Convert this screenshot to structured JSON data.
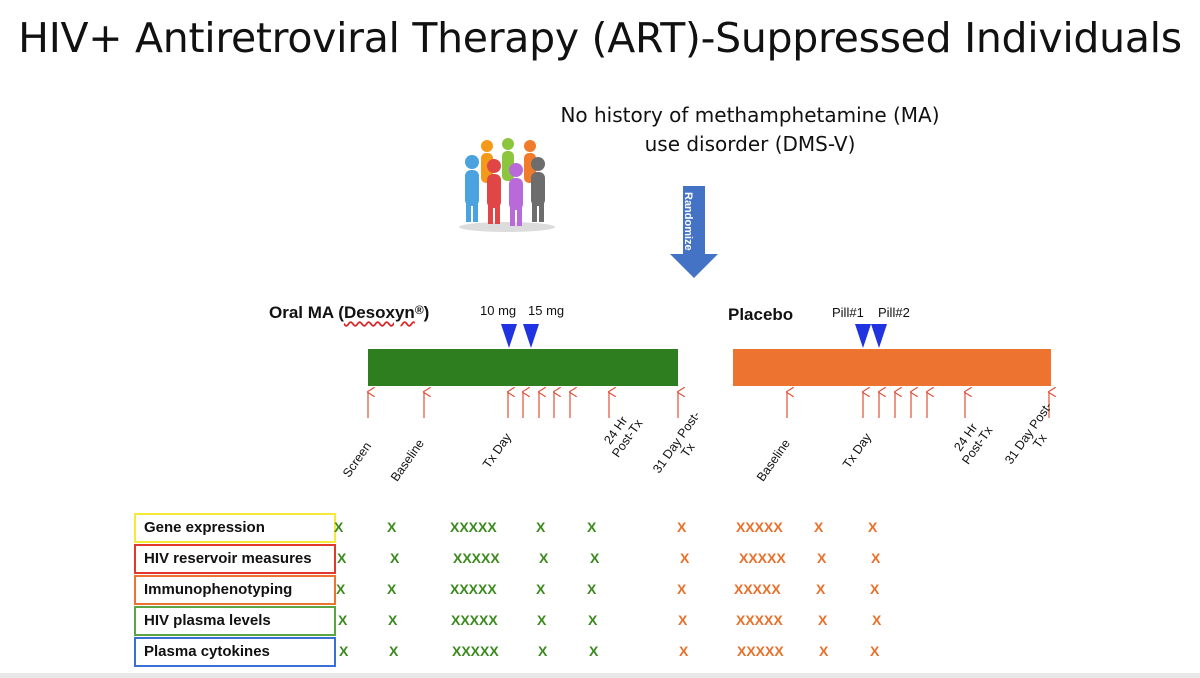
{
  "title": "HIV+ Antiretroviral Therapy (ART)-Suppressed Individuals",
  "subtitle_line1": "No history of methamphetamine (MA)",
  "subtitle_line2": "use disorder (DMS-V)",
  "randomize_label": "Randomize",
  "arm_ma": {
    "label_prefix": "Oral MA (",
    "label_drug": "Desoxyn",
    "label_sup": "®",
    "label_suffix": ")",
    "dose1": "10 mg",
    "dose2": "15 mg",
    "color": "#2e7d1e",
    "timepoints": [
      "Screen",
      "Baseline",
      "Tx Day",
      "24 Hr Post-Tx",
      "31 Day Post-Tx"
    ]
  },
  "arm_placebo": {
    "label": "Placebo",
    "pill1": "Pill#1",
    "pill2": "Pill#2",
    "color": "#ec7430",
    "timepoints": [
      "Baseline",
      "Tx Day",
      "24 Hr Post-Tx",
      "31 Day Post-Tx"
    ]
  },
  "measures": [
    {
      "label": "Gene expression",
      "border": "#f5ea3a"
    },
    {
      "label": "HIV reservoir measures",
      "border": "#e03a2c"
    },
    {
      "label": "Immunophenotyping",
      "border": "#ec7430"
    },
    {
      "label": "HIV plasma levels",
      "border": "#5aa545"
    },
    {
      "label": "Plasma cytokines",
      "border": "#3a6fd8"
    }
  ],
  "marks": {
    "single": "X",
    "five": "XXXXX"
  }
}
